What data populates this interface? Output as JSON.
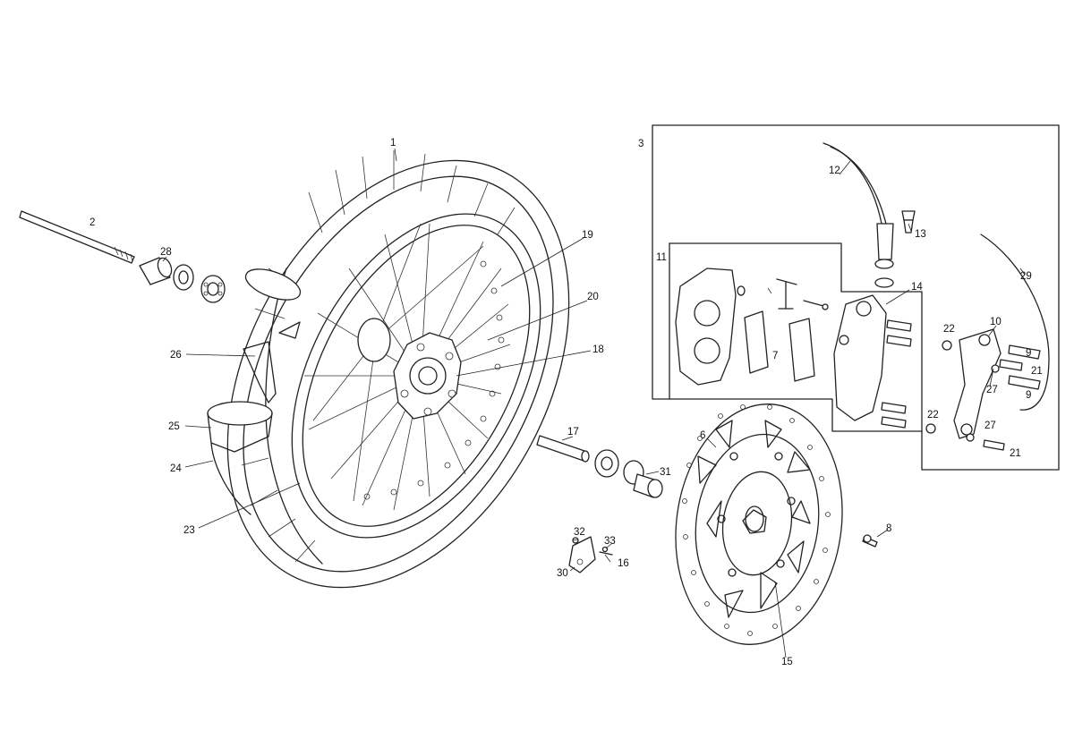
{
  "callouts": {
    "c1": "1",
    "c2": "2",
    "c3": "3",
    "c6": "6",
    "c7": "7",
    "c8": "8",
    "c9a": "9",
    "c9b": "9",
    "c10": "10",
    "c11": "11",
    "c12": "12",
    "c13": "13",
    "c14": "14",
    "c15": "15",
    "c16": "16",
    "c17": "17",
    "c18": "18",
    "c19": "19",
    "c20": "20",
    "c21a": "21",
    "c21b": "21",
    "c22a": "22",
    "c22b": "22",
    "c23": "23",
    "c24": "24",
    "c25": "25",
    "c26": "26",
    "c27a": "27",
    "c27b": "27",
    "c28": "28",
    "c29": "29",
    "c30": "30",
    "c31": "31",
    "c32": "32",
    "c33": "33"
  }
}
